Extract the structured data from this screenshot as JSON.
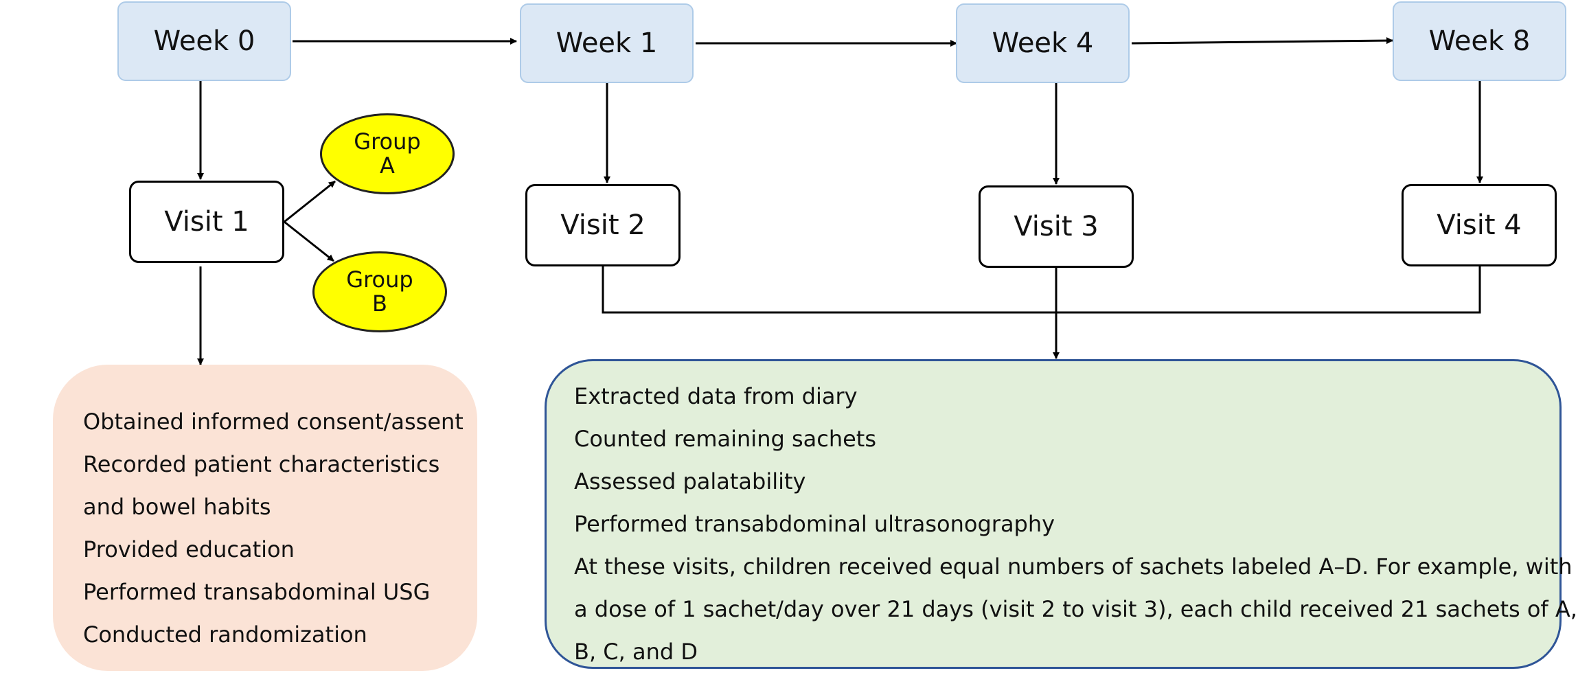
{
  "weeks": {
    "w0": "Week 0",
    "w1": "Week 1",
    "w4": "Week 4",
    "w8": "Week 8"
  },
  "visits": {
    "v1": "Visit 1",
    "v2": "Visit 2",
    "v3": "Visit 3",
    "v4": "Visit 4"
  },
  "groups": {
    "a": {
      "line1": "Group",
      "line2": "A"
    },
    "b": {
      "line1": "Group",
      "line2": "B"
    }
  },
  "visit1_tasks": [
    "Obtained informed consent/assent",
    "Recorded patient characteristics",
    "and bowel habits",
    "Provided education",
    "Performed transabdominal USG",
    "Conducted randomization"
  ],
  "followup_tasks": [
    "Extracted data from diary",
    "Counted remaining sachets",
    "Assessed palatability",
    "Performed transabdominal ultrasonography",
    "At these visits, children received equal numbers of sachets labeled A–D. For example, with",
    "a dose of 1 sachet/day over 21 days (visit 2 to visit 3), each child received 21 sachets of A,",
    "B, C, and D"
  ],
  "colors": {
    "week_fill": "#dce8f5",
    "group_fill": "#ffff00",
    "visit1_panel": "#fbe3d6",
    "followup_panel": "#e2efda",
    "followup_border": "#2f5597"
  }
}
